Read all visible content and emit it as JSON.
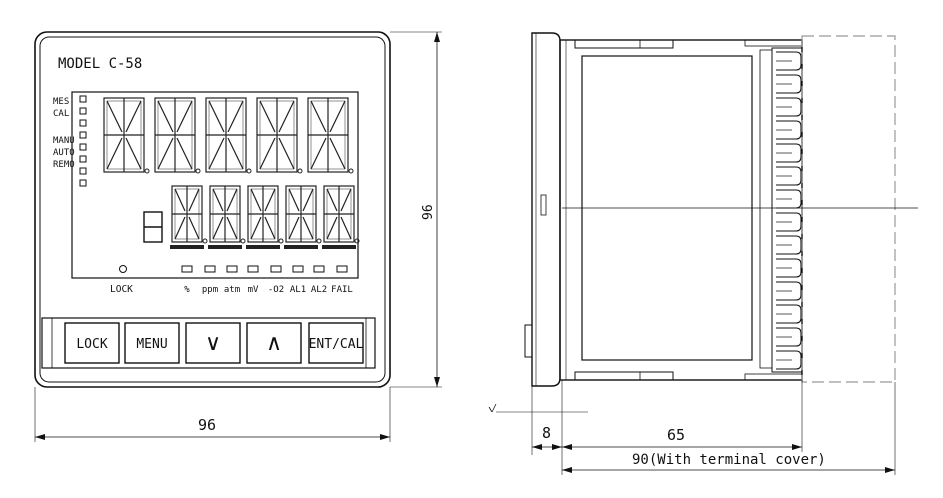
{
  "front_view": {
    "model_label": "MODEL C-58",
    "status_leds": [
      "MES",
      "CAL",
      "MANU",
      "AUTO",
      "REMO"
    ],
    "lock_label": "LOCK",
    "unit_labels": [
      "%",
      "ppm",
      "atm",
      "mV",
      "-O2",
      "AL1",
      "AL2",
      "FAIL"
    ],
    "buttons": [
      "LOCK",
      "MENU",
      "∨",
      "∧",
      "ENT/CAL"
    ],
    "dim_width": "96",
    "dim_height": "96"
  },
  "side_view": {
    "dim_front": "8",
    "dim_body": "65",
    "dim_total": "90(With terminal cover)"
  },
  "colors": {
    "line": "#111111",
    "lcd_segment": "#222222",
    "dashed": "#999999"
  }
}
